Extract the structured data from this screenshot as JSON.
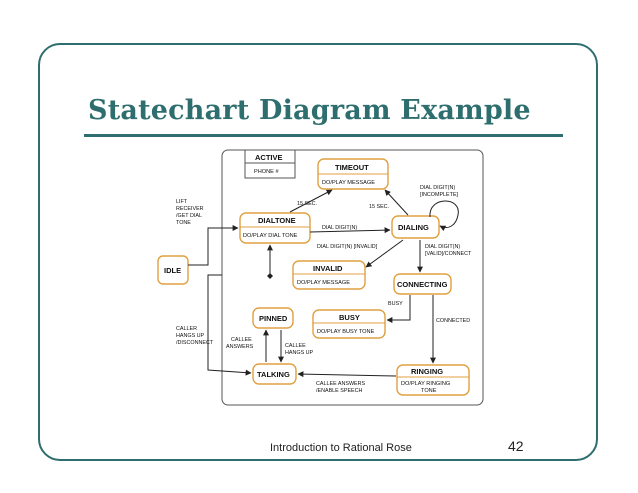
{
  "slide": {
    "title": "Statechart Diagram Example",
    "footer": "Introduction to Rational Rose",
    "page_number": "42"
  },
  "diagram": {
    "states": {
      "active": {
        "name": "ACTIVE",
        "activity": "PHONE #"
      },
      "timeout": {
        "name": "TIMEOUT",
        "activity": "DO/PLAY MESSAGE"
      },
      "dialtone": {
        "name": "DIALTONE",
        "activity": "DO/PLAY DIAL TONE"
      },
      "dialing": {
        "name": "DIALING"
      },
      "idle": {
        "name": "IDLE"
      },
      "invalid": {
        "name": "INVALID",
        "activity": "DO/PLAY MESSAGE"
      },
      "connecting": {
        "name": "CONNECTING"
      },
      "pinned": {
        "name": "PINNED"
      },
      "busy": {
        "name": "BUSY",
        "activity": "DO/PLAY BUSY TONE"
      },
      "talking": {
        "name": "TALKING"
      },
      "ringing": {
        "name": "RINGING",
        "activity_lines": [
          "DO/PLAY RINGING",
          "TONE"
        ]
      }
    },
    "transitions": {
      "lift_receiver": [
        "LIFT",
        "RECEIVER",
        "/GET DIAL",
        "TONE"
      ],
      "timeout_15_dialtone": "15 SEC.",
      "timeout_15_dialing": "15 SEC.",
      "dial_digit_incomplete": [
        "DIAL DIGIT(N)",
        "[INCOMPLETE]"
      ],
      "dial_digit": "DIAL DIGIT(N)",
      "dial_digit_invalid": "DIAL DIGIT(N) [INVALID]",
      "dial_digit_valid": [
        "DIAL DIGIT(N)",
        "[VALID]/CONNECT"
      ],
      "busy": "BUSY",
      "connected": "CONNECTED",
      "caller_hangs_up": [
        "CALLER",
        "HANGS UP",
        "/DISCONNECT"
      ],
      "callee_answers": [
        "CALLEE",
        "ANSWERS"
      ],
      "callee_hangs_up": [
        "CALLEE",
        "HANGS UP"
      ],
      "callee_answers_speech": [
        "CALLEE ANSWERS",
        "/ENABLE SPEECH"
      ]
    }
  }
}
